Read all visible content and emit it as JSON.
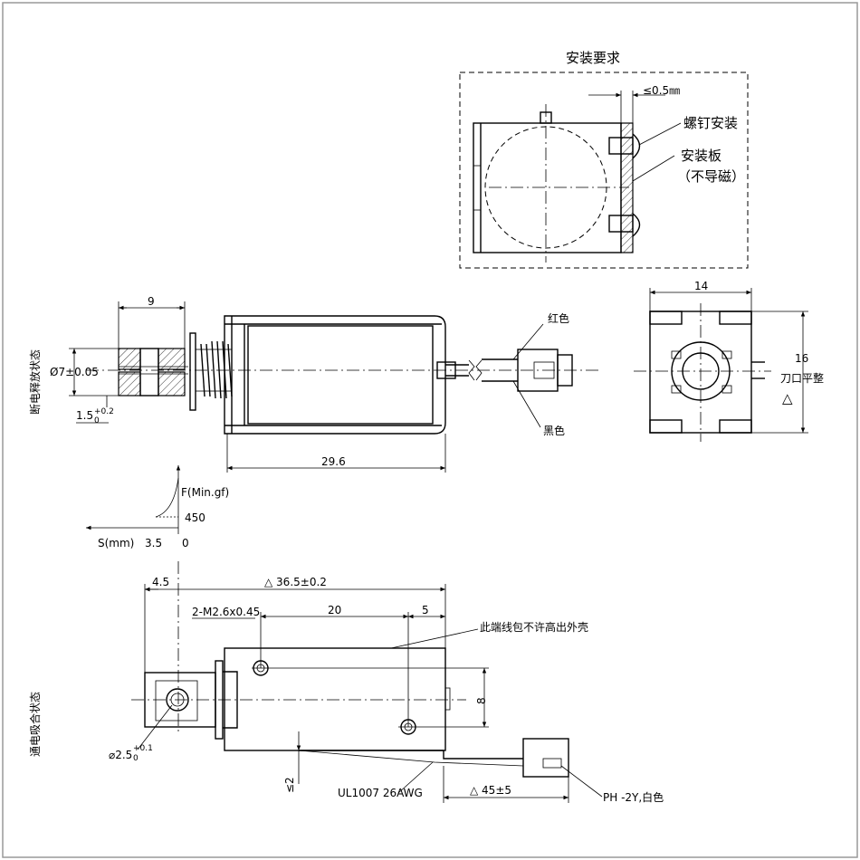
{
  "install": {
    "title": "安装要求",
    "gap": "≤0.5㎜",
    "screw": "螺钉安装",
    "plate": "安装板",
    "plate_note": "（不导磁）"
  },
  "side": {
    "state_label": "断电释放状态",
    "dim_9": "9",
    "dim_dia7": "Ø7±0.05",
    "dim_15": "1.5",
    "dim_15_tol": "+0.2",
    "dim_15_sub": "0",
    "dim_296": "29.6",
    "red": "红色",
    "black": "黑色"
  },
  "end": {
    "dim_14": "14",
    "dim_16": "16",
    "edge": "刀口平整",
    "tri": "△"
  },
  "force": {
    "f_label": "F(Min.gf)",
    "f_value": "450",
    "s_label": "S(mm)",
    "s_value": "3.5",
    "zero": "0"
  },
  "bottom": {
    "state_label": "通电吸合状态",
    "dim_45": "4.5",
    "dim_365": "△ 36.5±0.2",
    "hole": "2-M2.6x0.45",
    "dim_20": "20",
    "dim_5": "5",
    "note": "此端线包不许高出外壳",
    "dim_8": "8",
    "dia25": "⌀2.5",
    "dia25_tol": "+0.1",
    "dia25_sub": "0",
    "le2": "≤2",
    "wire": "UL1007 26AWG",
    "dim_lead": "△ 45±5",
    "conn": "PH -2Y,白色"
  }
}
